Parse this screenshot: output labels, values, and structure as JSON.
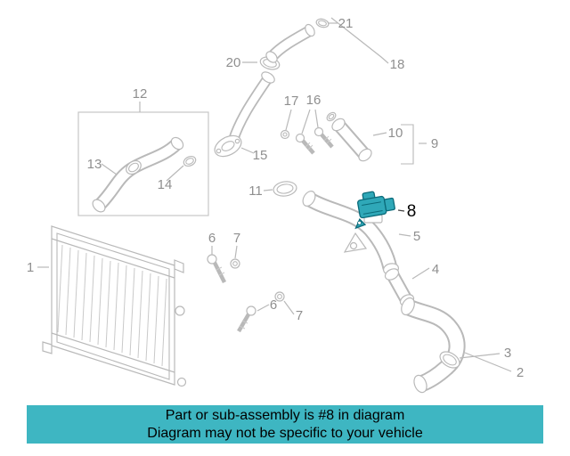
{
  "banner": {
    "line1": "Part or sub-assembly is #8 in diagram",
    "line2": "Diagram may not be specific to your vehicle",
    "bg_color": "#3eb6c2",
    "text_color": "#000000"
  },
  "diagram": {
    "line_color": "#b9b9b9",
    "label_color": "#8f8f8f",
    "highlight_color": "#2fa8b8",
    "highlight_outline": "#0b6b7a",
    "highlighted_part": {
      "label": "8"
    },
    "callouts": [
      {
        "label": "21"
      },
      {
        "label": "20"
      },
      {
        "label": "18"
      },
      {
        "label": "12"
      },
      {
        "label": "13"
      },
      {
        "label": "14"
      },
      {
        "label": "17"
      },
      {
        "label": "16"
      },
      {
        "label": "15"
      },
      {
        "label": "10"
      },
      {
        "label": "9"
      },
      {
        "label": "11"
      },
      {
        "label": "5"
      },
      {
        "label": "4"
      },
      {
        "label": "6"
      },
      {
        "label": "7"
      },
      {
        "label": "6"
      },
      {
        "label": "7"
      },
      {
        "label": "3"
      },
      {
        "label": "2"
      },
      {
        "label": "1"
      }
    ]
  }
}
